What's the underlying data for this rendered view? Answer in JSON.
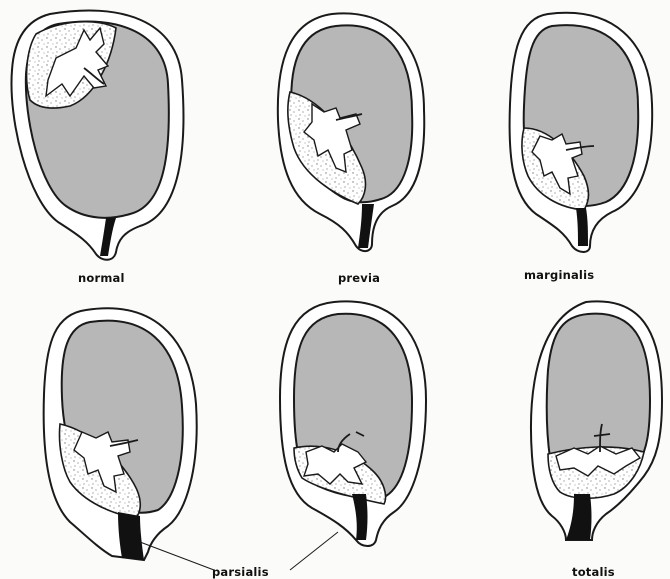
{
  "labels": {
    "normal": "normal",
    "previa": "previa",
    "marginalis": "marginalis",
    "parsialis": "parsialis",
    "totalis": "totalis"
  },
  "colors": {
    "outline": "#1a1a1a",
    "amniotic_cavity": "#b7b7b7",
    "wall": "#ffffff",
    "placenta_speckle": "#7a7a7a",
    "cervix": "#111111",
    "background": "#fbfbf9"
  }
}
